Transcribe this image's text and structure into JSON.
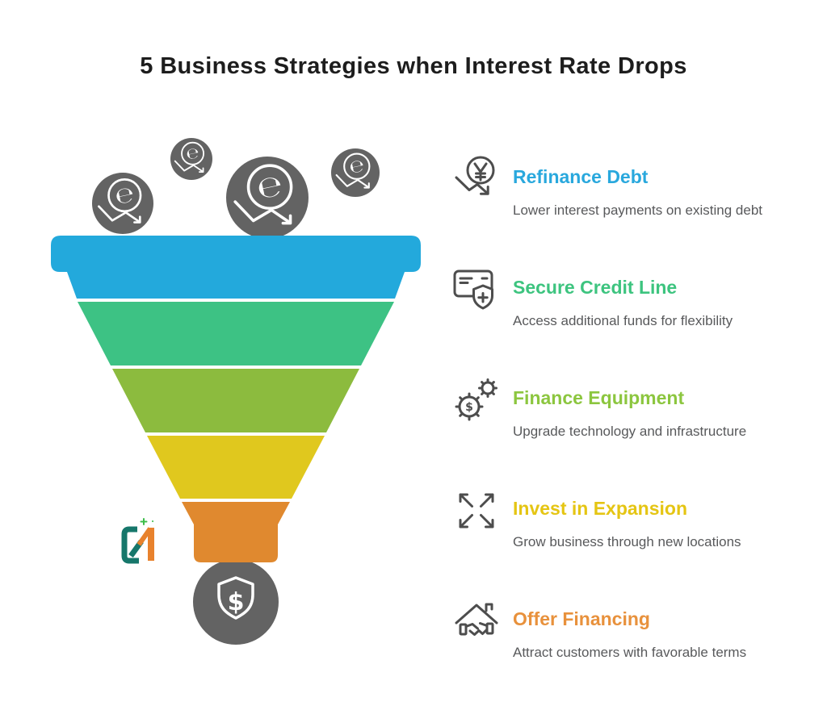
{
  "title": "5 Business Strategies when Interest Rate Drops",
  "funnel": {
    "stage_count": 5,
    "coin_symbol": "℮",
    "shield_symbol": "$"
  },
  "colors": {
    "funnel_blue": "#23A9DC",
    "funnel_green": "#3DC284",
    "funnel_olive": "#8CBB3E",
    "funnel_yellow": "#E0C81E",
    "funnel_orange": "#E0892F",
    "coin_gray": "#636363",
    "icon_stroke": "#4D4D4D",
    "desc_text": "#58595B",
    "logo_teal": "#16776B",
    "logo_orange": "#E8822D",
    "logo_green": "#3DBD4A"
  },
  "strategies": [
    {
      "title": "Refinance Debt",
      "description": "Lower interest payments on existing debt",
      "color": "#29A8DD",
      "icon": "yen-coin-decline-icon"
    },
    {
      "title": "Secure Credit Line",
      "description": "Access additional funds for flexibility",
      "color": "#3DC47F",
      "icon": "credit-card-shield-icon"
    },
    {
      "title": "Finance Equipment",
      "description": "Upgrade technology and infrastructure",
      "color": "#8CC63F",
      "icon": "gears-dollar-icon"
    },
    {
      "title": "Invest in Expansion",
      "description": "Grow business through new locations",
      "color": "#E5C513",
      "icon": "expand-arrows-icon"
    },
    {
      "title": "Offer Financing",
      "description": "Attract customers with favorable terms",
      "color": "#E8913C",
      "icon": "house-handshake-icon"
    }
  ]
}
